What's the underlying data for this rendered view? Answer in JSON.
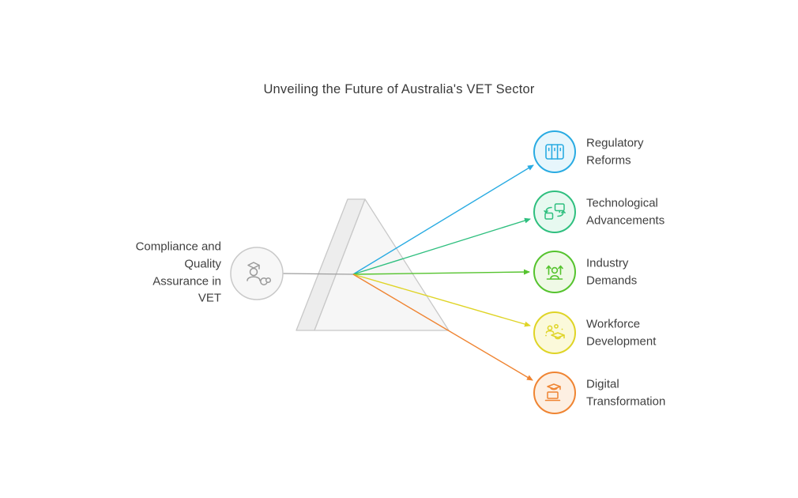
{
  "title": "Unveiling the Future of Australia's VET Sector",
  "source": {
    "label": "Compliance and Quality Assurance in VET",
    "icon": "graduate-person-cloud-icon",
    "circle_fill": "#f7f7f7",
    "circle_stroke": "#c9c9c9",
    "icon_color": "#9a9a9a"
  },
  "connector_color": "#9e9e9e",
  "prism": {
    "fill": "#f6f6f6",
    "side_fill": "#ededed",
    "stroke": "#c8c8c8"
  },
  "items": [
    {
      "label": "Regulatory Reforms",
      "icon": "library-books-icon",
      "color": "#29abe2",
      "tint": "#e7f6fc"
    },
    {
      "label": "Technological Advancements",
      "icon": "screens-sync-icon",
      "color": "#2fbf7f",
      "tint": "#e7f9f0"
    },
    {
      "label": "Industry Demands",
      "icon": "person-growth-icon",
      "color": "#55c32e",
      "tint": "#eff9e6"
    },
    {
      "label": "Workforce Development",
      "icon": "team-graduation-icon",
      "color": "#dfd426",
      "tint": "#fbf9da"
    },
    {
      "label": "Digital Transformation",
      "icon": "laptop-graduation-icon",
      "color": "#ef8432",
      "tint": "#fdefe2"
    }
  ]
}
